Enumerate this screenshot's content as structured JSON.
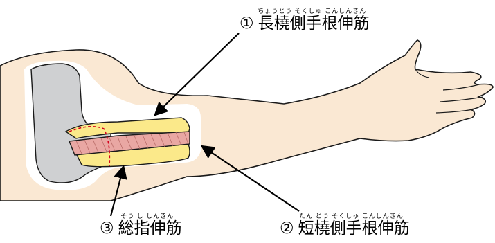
{
  "labels": [
    {
      "number": "①",
      "furigana": "ちょうとう そくしゅ こんしんきん",
      "name": "長橈側手根伸筋"
    },
    {
      "number": "②",
      "furigana": "たん とう そくしゅ こんしんきん",
      "name": "短橈側手根伸筋"
    },
    {
      "number": "③",
      "furigana": "そう し しんきん",
      "name": "総指伸筋"
    }
  ],
  "colors": {
    "skin": "#fae8d3",
    "skin_outline": "#1a1a1a",
    "bone": "#cfd0d2",
    "muscle_yellow": "#fbe98a",
    "muscle_red": "#e9a7a3",
    "highlight": "#ffffff",
    "incision": "#d6001c"
  },
  "icons": {
    "arrow": "arrow-pointer-icon"
  }
}
